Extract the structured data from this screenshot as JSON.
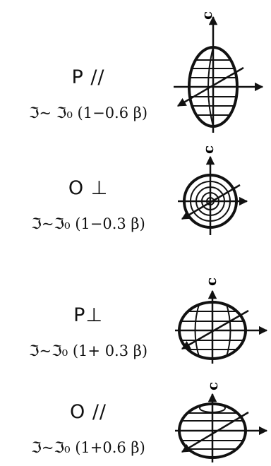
{
  "panels": [
    {
      "name": "P //",
      "formula": "ℑ~ ℑ₀ (1−0.6 β)",
      "axis_label": "c",
      "shape": "prolate-ellipsoid-icon"
    },
    {
      "name": "O ⊥",
      "formula": "ℑ~ℑ₀ (1−0.3 β)",
      "axis_label": "c",
      "shape": "concentric-rings-icon"
    },
    {
      "name": "P⊥",
      "formula": "ℑ~ℑ₀ (1+ 0.3 β)",
      "axis_label": "c",
      "shape": "oblate-ellipsoid-icon"
    },
    {
      "name": "O //",
      "formula": "ℑ~ℑ₀ (1+0.6 β)",
      "axis_label": "c",
      "shape": "flattened-ellipsoid-icon"
    }
  ]
}
